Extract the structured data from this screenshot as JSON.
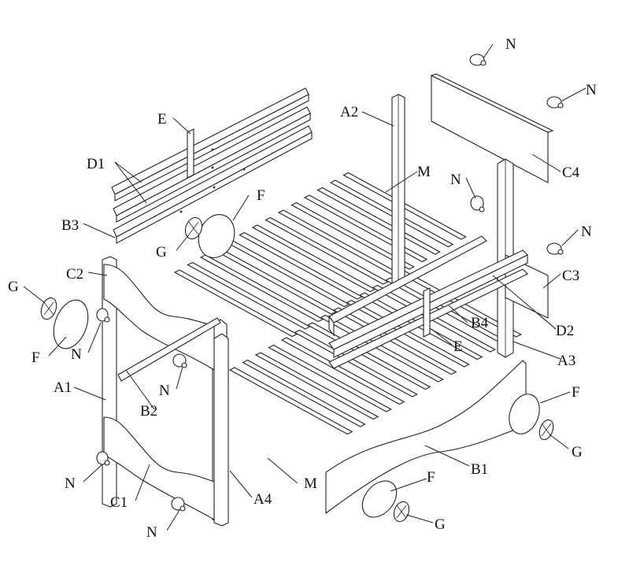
{
  "labels": {
    "A1": "A1",
    "A2": "A2",
    "A3": "A3",
    "A4": "A4",
    "B1": "B1",
    "B2": "B2",
    "B3": "B3",
    "B4": "B4",
    "C1": "C1",
    "C2": "C2",
    "C3": "C3",
    "C4": "C4",
    "D1": "D1",
    "D2": "D2",
    "E": "E",
    "F": "F",
    "G": "G",
    "M": "M",
    "N": "N"
  }
}
